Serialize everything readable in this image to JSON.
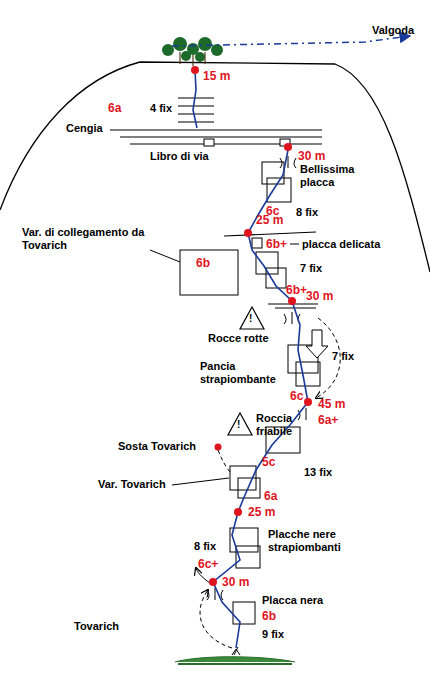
{
  "diagram": {
    "labels": [
      "Valgoda",
      "15 m",
      "6a",
      "4 fix",
      "Cengia",
      "30 m",
      "Libro di via",
      "Bellissima placca",
      "6c",
      "8 fix",
      "Var. di collegamento da Tovarich",
      "25 m",
      "6b",
      "6b+",
      "placca delicata",
      "7 fix",
      "6b+",
      "30 m",
      "!",
      "Rocce rotte",
      "7 fix",
      "Pancia strapiombante",
      "6c",
      "45 m",
      "6a+",
      "!",
      "Roccia friabile",
      "Sosta Tovarich",
      "5c",
      "13 fix",
      "Var. Tovarich",
      "6a",
      "25 m",
      "Placche nere strapiombanti",
      "8 fix",
      "6c+",
      "30 m",
      "Placca nera",
      "6b",
      "Tovarich",
      "9 fix"
    ]
  }
}
